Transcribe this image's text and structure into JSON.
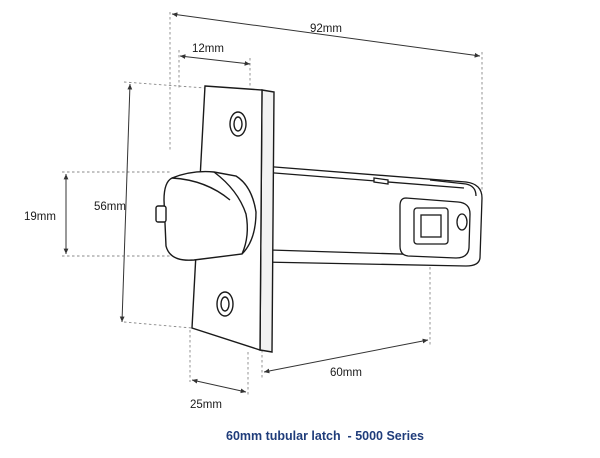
{
  "dimensions": {
    "overall_length": "92mm",
    "faceplate_thickness": "12mm",
    "faceplate_height": "56mm",
    "latch_height": "19mm",
    "backset": "60mm",
    "faceplate_width": "25mm"
  },
  "caption": "60mm tubular latch  - 5000 Series",
  "colors": {
    "outline": "#1a1a1a",
    "dimension_line": "#444444",
    "caption": "#1f3c7a"
  }
}
